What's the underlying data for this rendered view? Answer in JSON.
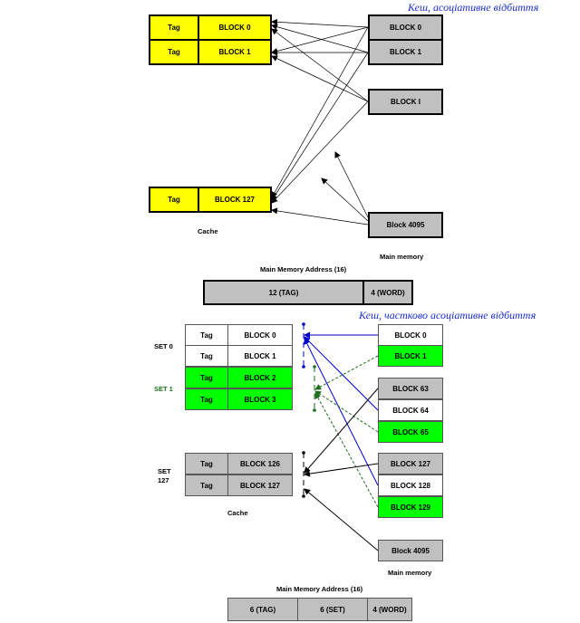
{
  "top": {
    "title": "Кеш, асоціативне відбиття",
    "cache": {
      "rows": [
        {
          "tag": "Tag",
          "block": "BLOCK 0"
        },
        {
          "tag": "Tag",
          "block": "BLOCK 1"
        },
        {
          "tag": "Tag",
          "block": "BLOCK 127"
        }
      ],
      "label": "Cache"
    },
    "memory": {
      "blocks": [
        "BLOCK 0",
        "BLOCK 1",
        "BLOCK I",
        "Block 4095"
      ],
      "label": "Main memory"
    },
    "address": {
      "title": "Main Memory  Address  (16)",
      "fields": [
        "12 (TAG)",
        "4 (WORD)"
      ]
    }
  },
  "bottom": {
    "title": "Кеш, частково асоціативне відбиття",
    "sets": {
      "set0": "SET 0",
      "set1": "SET 1",
      "set127_line1": "SET",
      "set127_line2": "127"
    },
    "cache": {
      "rows": [
        {
          "tag": "Tag",
          "block": "BLOCK 0"
        },
        {
          "tag": "Tag",
          "block": "BLOCK 1"
        },
        {
          "tag": "Tag",
          "block": "BLOCK 2"
        },
        {
          "tag": "Tag",
          "block": "BLOCK 3"
        },
        {
          "tag": "Tag",
          "block": "BLOCK 126"
        },
        {
          "tag": "Tag",
          "block": "BLOCK 127"
        }
      ],
      "label": "Cache"
    },
    "memory": {
      "blocks": [
        "BLOCK 0",
        "BLOCK 1",
        "BLOCK  63",
        "BLOCK 64",
        "BLOCK 65",
        "BLOCK 127",
        "BLOCK 128",
        "BLOCK 129",
        "Block 4095"
      ],
      "label": "Main memory"
    },
    "address": {
      "title": "Main Memory  Address  (16)",
      "fields": [
        "6 (TAG)",
        "6 (SET)",
        "4 (WORD)"
      ]
    }
  },
  "colors": {
    "yellow": "#ffff00",
    "green": "#00ff00",
    "gray": "#c0c0c0",
    "blue": "#0000cc",
    "darkgreen": "#1e6e1e",
    "title": "#1a2ccc"
  }
}
